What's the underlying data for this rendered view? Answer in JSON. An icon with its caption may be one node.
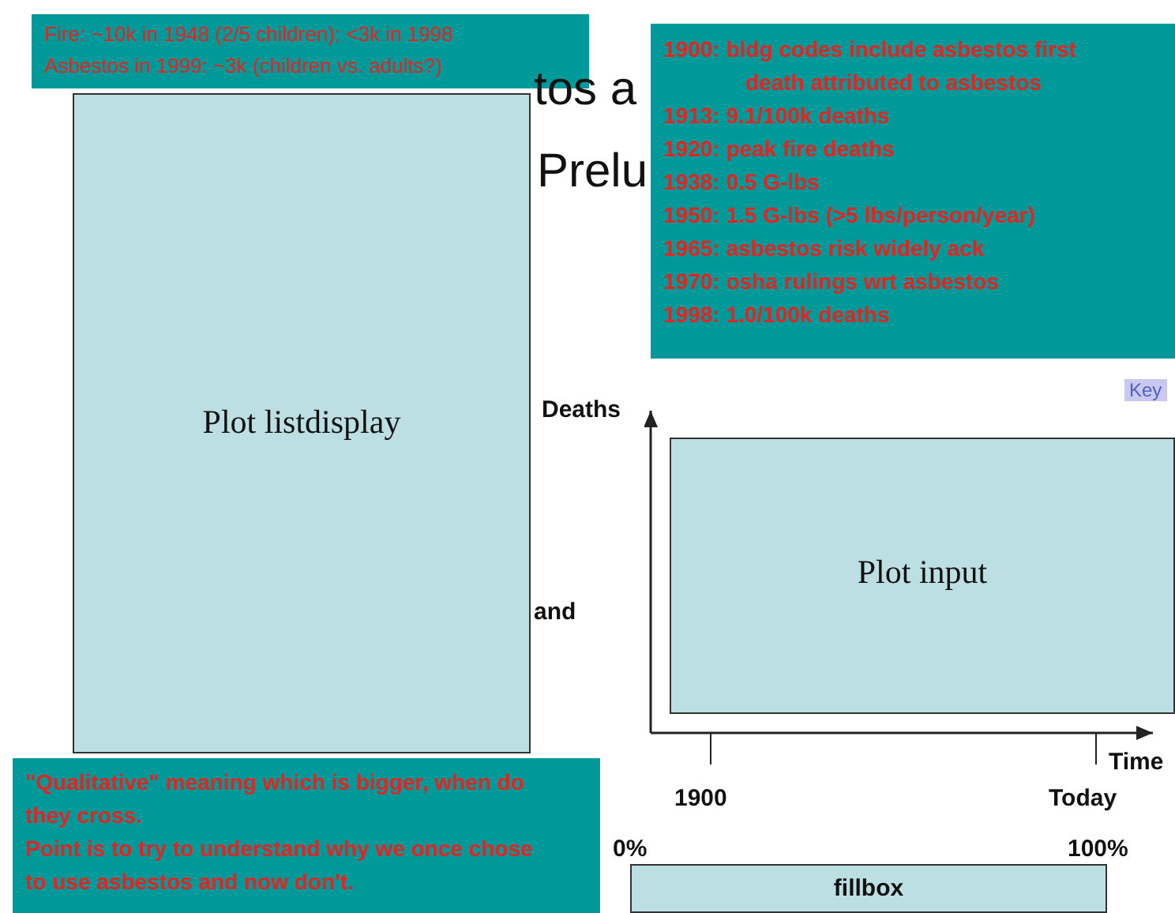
{
  "diagram": {
    "nodes": [
      {
        "text": [
          "Fire: ~10k in 1948 (2/5 children); <3k in 1998",
          "Asbestos in 1999: ~3k  (children vs. adults?)"
        ]
      },
      {
        "text": [
          "1900: bldg codes include asbestos first death attributed to asbestos",
          "1913: 9.1/100k deaths",
          "1920: peak fire deaths",
          "1938: 0.5 G-lbs",
          "1950: 1.5 G-lbs (>5 lbs/person/year)",
          "1965: asbestos risk widely ack",
          "1970: osha rulings wrt asbestos",
          "1998: 1.0/100k deaths"
        ]
      },
      {
        "text": [
          "Plot listdisplay"
        ]
      },
      {
        "text": [
          "Plot input"
        ]
      },
      {
        "text": [
          "\"Qualitative\" meaning which is bigger, when do they cross.",
          "Point is to try to understand why we once chose to use asbestos and now don't."
        ]
      },
      {
        "text": [
          "fillbox"
        ]
      }
    ],
    "labels": [
      "tos a",
      "Prelu",
      "Key",
      "Deaths",
      "and",
      "Time",
      "1900",
      "Today",
      "0%",
      "100%"
    ]
  }
}
